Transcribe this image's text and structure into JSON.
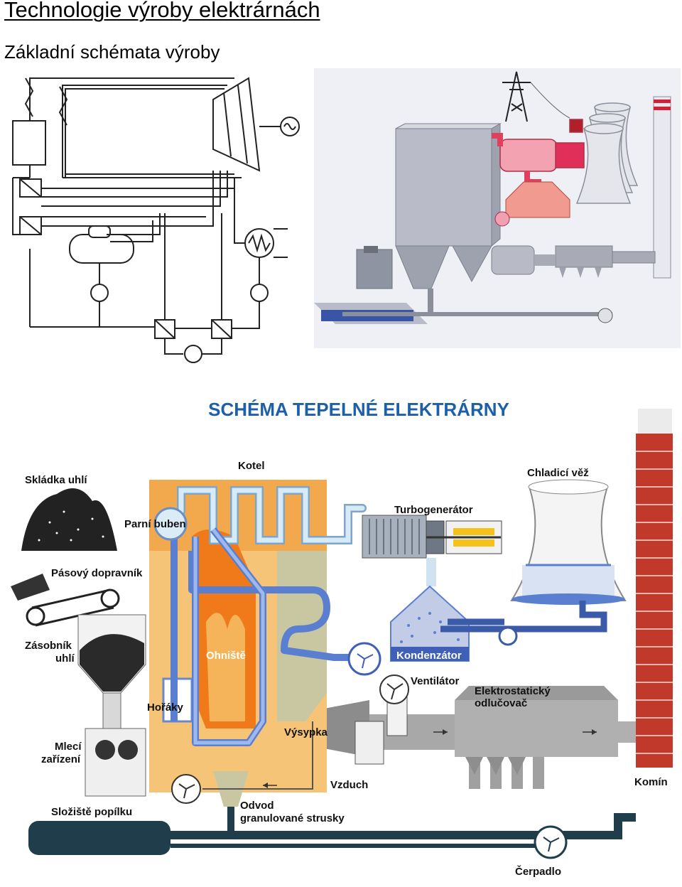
{
  "page": {
    "title": "Technologie výroby elektrárnách",
    "subtitle": "Základní schémata výroby"
  },
  "main_diagram": {
    "heading": "SCHÉMA TEPELNÉ ELEKTRÁRNY",
    "labels": {
      "coal_pile": "Skládka uhlí",
      "boiler": "Kotel",
      "steam_drum": "Parní buben",
      "turbogenerator": "Turbogenerátor",
      "cooling_tower": "Chladicí věž",
      "conveyor": "Pásový dopravník",
      "bunker_line1": "Zásobník",
      "bunker_line2": "uhlí",
      "furnace": "Ohniště",
      "condenser": "Kondenzátor",
      "fan": "Ventilátor",
      "precipitator_line1": "Elektrostatický",
      "precipitator_line2": "odlučovač",
      "burners": "Hořáky",
      "mill_line1": "Mlecí",
      "mill_line2": "zařízení",
      "hopper": "Výsypka",
      "air": "Vzduch",
      "chimney": "Komín",
      "ash_storage": "Složiště popílku",
      "slag_line1": "Odvod",
      "slag_line2": "granulované strusky",
      "pump": "Čerpadlo"
    }
  },
  "colors": {
    "steam_pipe": "#cfe6f3",
    "water_pipe": "#5b7fd0",
    "boiler_fill": "#f4a64a",
    "furnace_fill": "#f07a1a",
    "gray_duct": "#9a9a9a",
    "chimney_brick": "#c0392b",
    "ash_pipe": "#1f3d4a",
    "heading_blue": "#1d5fa8"
  }
}
